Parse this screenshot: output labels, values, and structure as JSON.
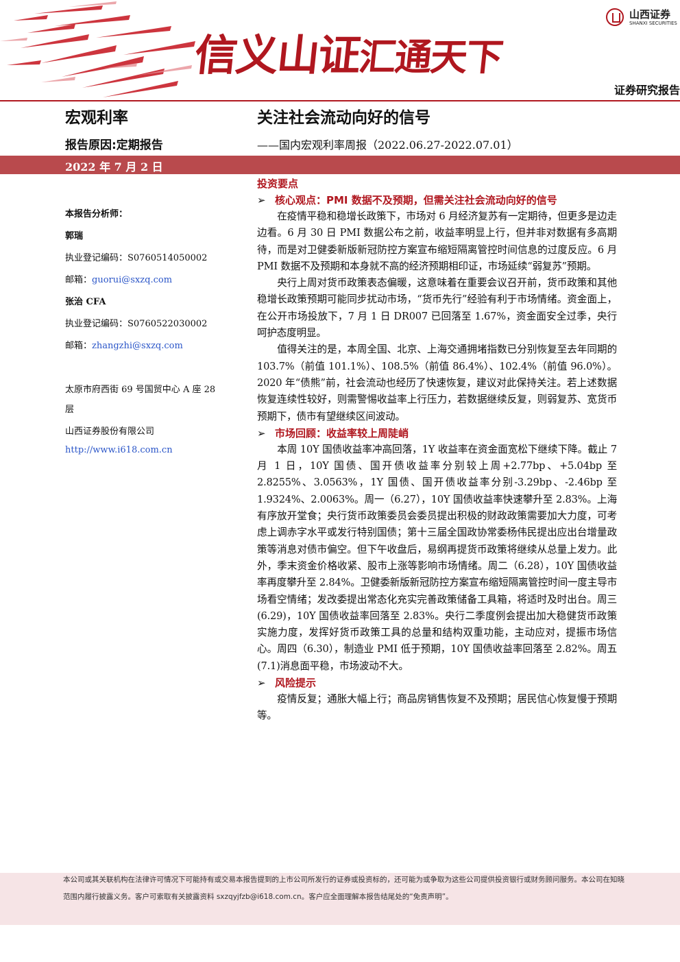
{
  "header": {
    "slogan_part1": "信义山证",
    "slogan_part2": "汇通天下",
    "logo_cn": "山西证券",
    "logo_en": "SHANXI SECURITIES",
    "report_type": "证券研究报告"
  },
  "title_block": {
    "category": "宏观利率",
    "title": "关注社会流动向好的信号",
    "reason": "报告原因:定期报告",
    "subtitle": "——国内宏观利率周报（2022.06.27-2022.07.01）",
    "date": "2022 年 7 月 2 日"
  },
  "sidebar": {
    "analysts_label": "本报告分析师：",
    "analyst1_name": "郭瑞",
    "analyst1_reg": "执业登记编码：S0760514050002",
    "analyst1_email_label": "邮箱：",
    "analyst1_email": "guorui@sxzq.com",
    "analyst2_name": "张治 CFA",
    "analyst2_reg": "执业登记编码：S0760522030002",
    "analyst2_email_label": "邮箱：",
    "analyst2_email": "zhangzhi@sxzq.com",
    "address_line1": "太原市府西街 69 号国贸中心 A 座 28",
    "address_line2": "层",
    "company": "山西证券股份有限公司",
    "website": "http://www.i618.com.cn"
  },
  "body": {
    "section_title": "投资要点",
    "point1_title": "核心观点：PMI 数据不及预期，但需关注社会流动向好的信号",
    "point1_p1": "在疫情平稳和稳增长政策下，市场对 6 月经济复苏有一定期待，但更多是边走边看。6 月 30 日 PMI 数据公布之前，收益率明显上行，但并非对数据有多高期待，而是对卫健委新版新冠防控方案宣布缩短隔离管控时间信息的过度反应。6 月 PMI 数据不及预期和本身就不高的经济预期相印证，市场延续“弱复苏”预期。",
    "point1_p2": "央行上周对货币政策表态偏暖，这意味着在重要会议召开前，货币政策和其他稳增长政策预期可能同步扰动市场，“货币先行”经验有利于市场情绪。资金面上，在公开市场投放下，7 月 1 日 DR007 已回落至 1.67%，资金面安全过季，央行呵护态度明显。",
    "point1_p3": "值得关注的是，本周全国、北京、上海交通拥堵指数已分别恢复至去年同期的 103.7%（前值 101.1%）、108.5%（前值 86.4%）、102.4%（前值 96.0%）。2020 年“债熊”前，社会流动也经历了快速恢复，建议对此保持关注。若上述数据恢复连续性较好，则需警惕收益率上行压力，若数据继续反复，则弱复苏、宽货币预期下，债市有望继续区间波动。",
    "point2_title": "市场回顾：收益率较上周陡峭",
    "point2_p1": "本周 10Y 国债收益率冲高回落，1Y 收益率在资金面宽松下继续下降。截止 7 月 1 日，10Y 国债、国开债收益率分别较上周+2.77bp、+5.04bp 至 2.8255%、3.0563%，1Y 国债、国开债收益率分别-3.29bp、-2.46bp 至 1.9324%、2.0063%。周一（6.27），10Y 国债收益率快速攀升至 2.83%。上海有序放开堂食；央行货币政策委员会委员提出积极的财政政策需要加大力度，可考虑上调赤字水平或发行特别国债；第十三届全国政协常委杨伟民提出应出台增量政策等消息对债市偏空。但下午收盘后，易纲再提货币政策将继续从总量上发力。此外，季末资金价格收紧、股市上涨等影响市场情绪。周二（6.28），10Y 国债收益率再度攀升至 2.84%。卫健委新版新冠防控方案宣布缩短隔离管控时间一度主导市场看空情绪；发改委提出常态化充实完善政策储备工具箱，将适时及时出台。周三(6.29)，10Y 国债收益率回落至 2.83%。央行二季度例会提出加大稳健货币政策实施力度，发挥好货币政策工具的总量和结构双重功能，主动应对，提振市场信心。周四（6.30），制造业 PMI 低于预期，10Y 国债收益率回落至 2.82%。周五(7.1)消息面平稳，市场波动不大。",
    "point3_title": "风险提示",
    "point3_p1": "疫情反复；通胀大幅上行；商品房销售恢复不及预期；居民信心恢复慢于预期等。",
    "bullet": "➢"
  },
  "footer": {
    "disclaimer": "本公司或其关联机构在法律许可情况下可能持有或交易本报告提到的上市公司所发行的证券或投资标的，还可能为或争取为这些公司提供投资银行或财务顾问服务。本公司在知晓范围内履行披露义务。客户可索取有关披露资料 sxzqyjfzb@i618.com.cn。客户应全面理解本报告结尾处的“免责声明”。"
  },
  "colors": {
    "brand_red": "#b0171f",
    "date_bar": "#b94a4d",
    "footer_bg": "#f6e4e6",
    "link": "#2a55c8"
  }
}
